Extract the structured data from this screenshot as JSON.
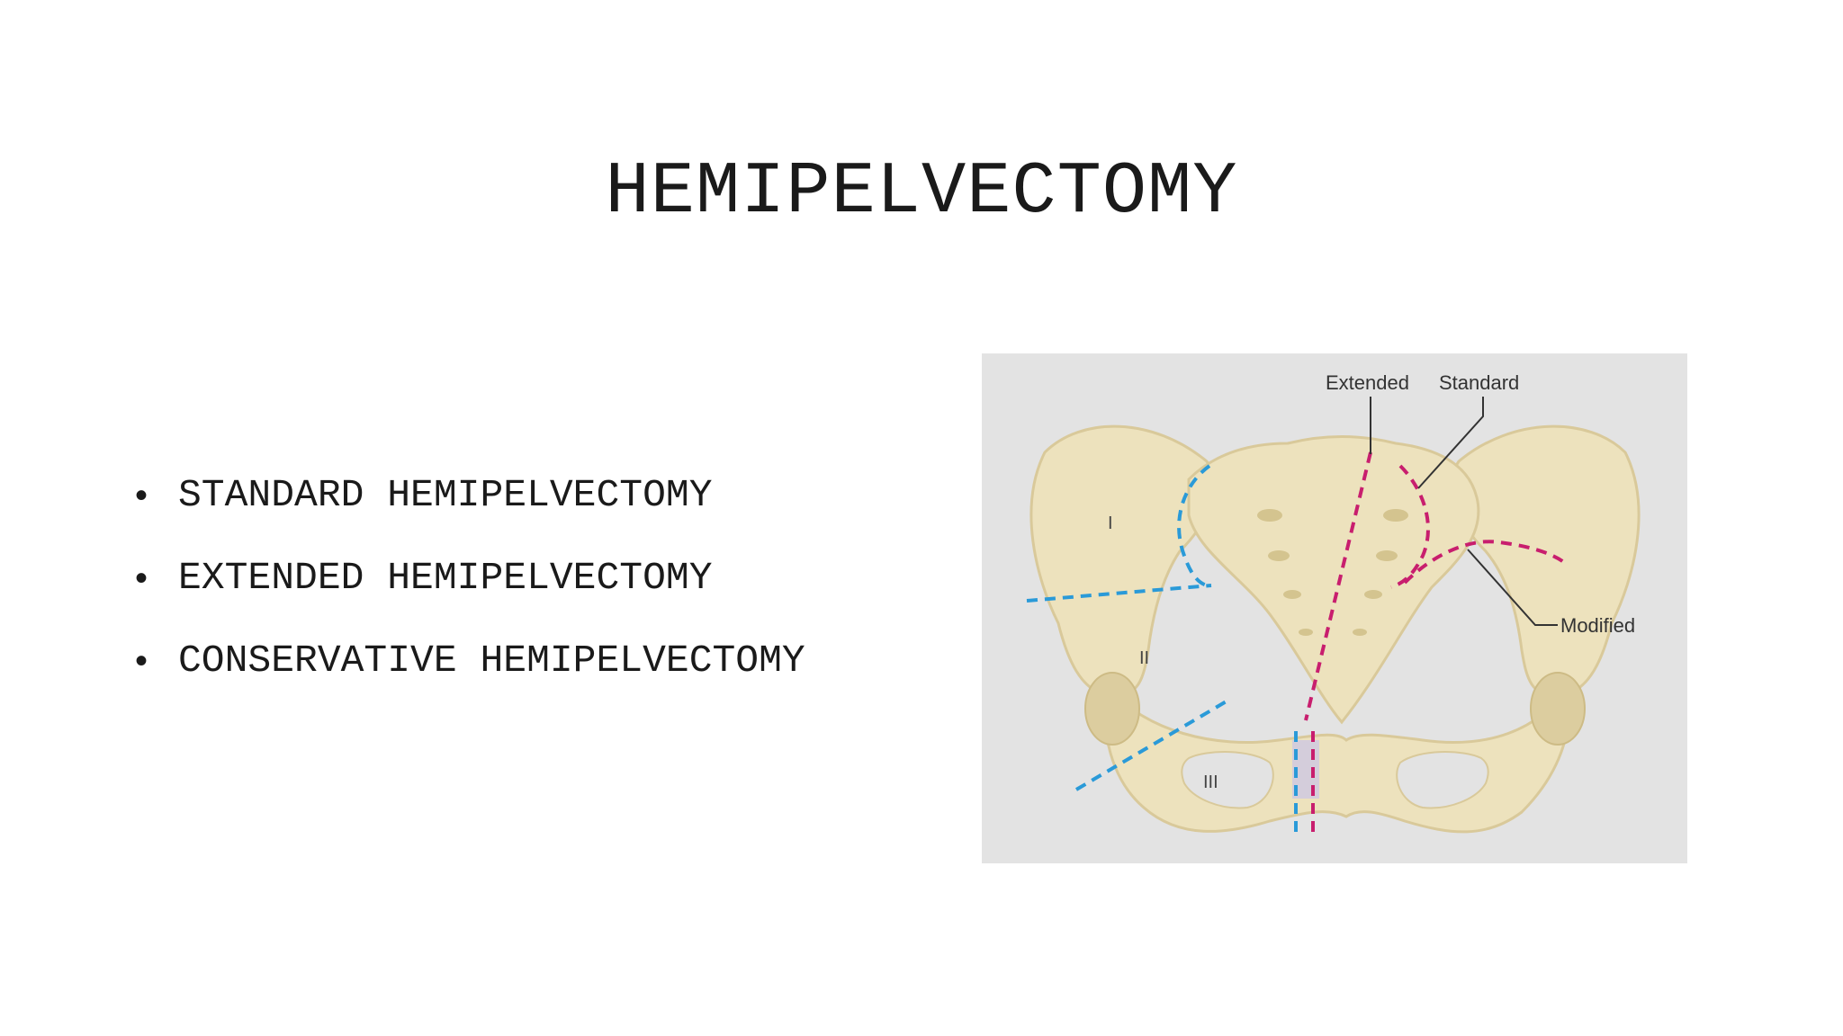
{
  "slide": {
    "title": "HEMIPELVECTOMY",
    "bullets": [
      "STANDARD HEMIPELVECTOMY",
      "EXTENDED HEMIPELVECTOMY",
      "CONSERVATIVE HEMIPELVECTOMY"
    ]
  },
  "diagram": {
    "labels": {
      "extended": "Extended",
      "standard": "Standard",
      "modified": "Modified"
    },
    "regions": {
      "one": "I",
      "two": "II",
      "three": "III"
    },
    "colors": {
      "background": "#e3e3e3",
      "bone": "#ede2bd",
      "bone_shadow": "#d9c99a",
      "blue_cut": "#2a9ad8",
      "magenta_cut": "#c81e6e"
    }
  }
}
